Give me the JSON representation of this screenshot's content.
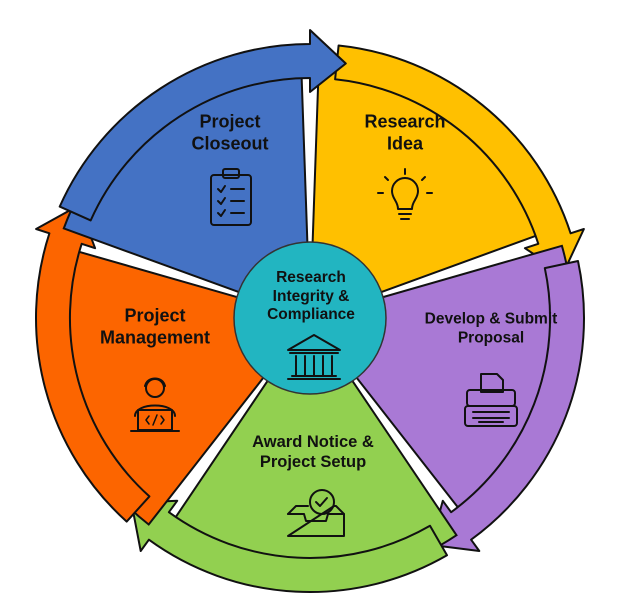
{
  "center": {
    "label_lines": [
      "Research",
      "Integrity &",
      "Compliance"
    ],
    "icon": "courthouse-icon",
    "color": "#22B5C1"
  },
  "stages": [
    {
      "id": "research-idea",
      "lines": [
        "Research",
        "Idea"
      ],
      "icon": "lightbulb-icon",
      "color": "#FFC000"
    },
    {
      "id": "develop-submit-proposal",
      "lines": [
        "Develop & Submit",
        "Proposal"
      ],
      "icon": "typewriter-icon",
      "color": "#A979D5"
    },
    {
      "id": "award-notice-project-setup",
      "lines": [
        "Award Notice &",
        "Project Setup"
      ],
      "icon": "inbox-check-icon",
      "color": "#92D050"
    },
    {
      "id": "project-management",
      "lines": [
        "Project",
        "Management"
      ],
      "icon": "developer-icon",
      "color": "#FC6500"
    },
    {
      "id": "project-closeout",
      "lines": [
        "Project",
        "Closeout"
      ],
      "icon": "clipboard-checklist-icon",
      "color": "#4472C4"
    }
  ]
}
